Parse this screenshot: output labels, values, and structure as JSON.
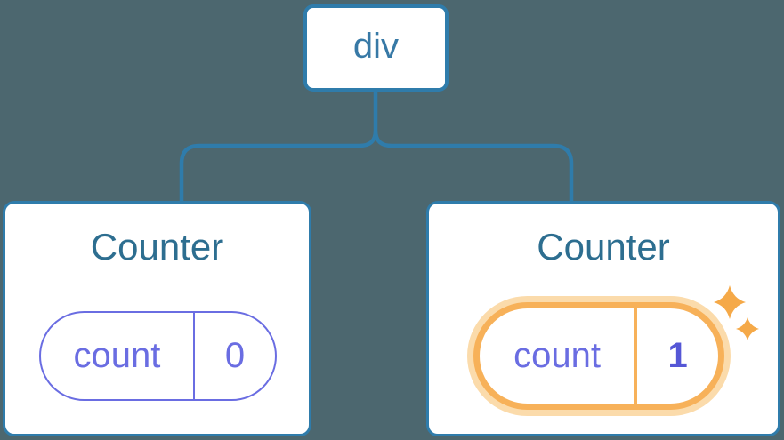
{
  "diagram": {
    "root": {
      "label": "div"
    },
    "children": [
      {
        "title": "Counter",
        "state_key": "count",
        "state_value": "0",
        "highlighted": false
      },
      {
        "title": "Counter",
        "state_key": "count",
        "state_value": "1",
        "highlighted": true
      }
    ]
  },
  "colors": {
    "background": "#4C676F",
    "card_background": "#FFFFFF",
    "node_border_blue": "#2F7CAB",
    "connector_blue": "#2F7CAB",
    "root_label_blue": "#3779A6",
    "title_blue": "#2D6E90",
    "state_purple": "#6A6DE2",
    "value_bold_purple": "#5557D6",
    "highlight_orange": "#F7B159",
    "highlight_halo_orange": "#FBDBAB",
    "sparkle_orange": "#F5A948"
  }
}
